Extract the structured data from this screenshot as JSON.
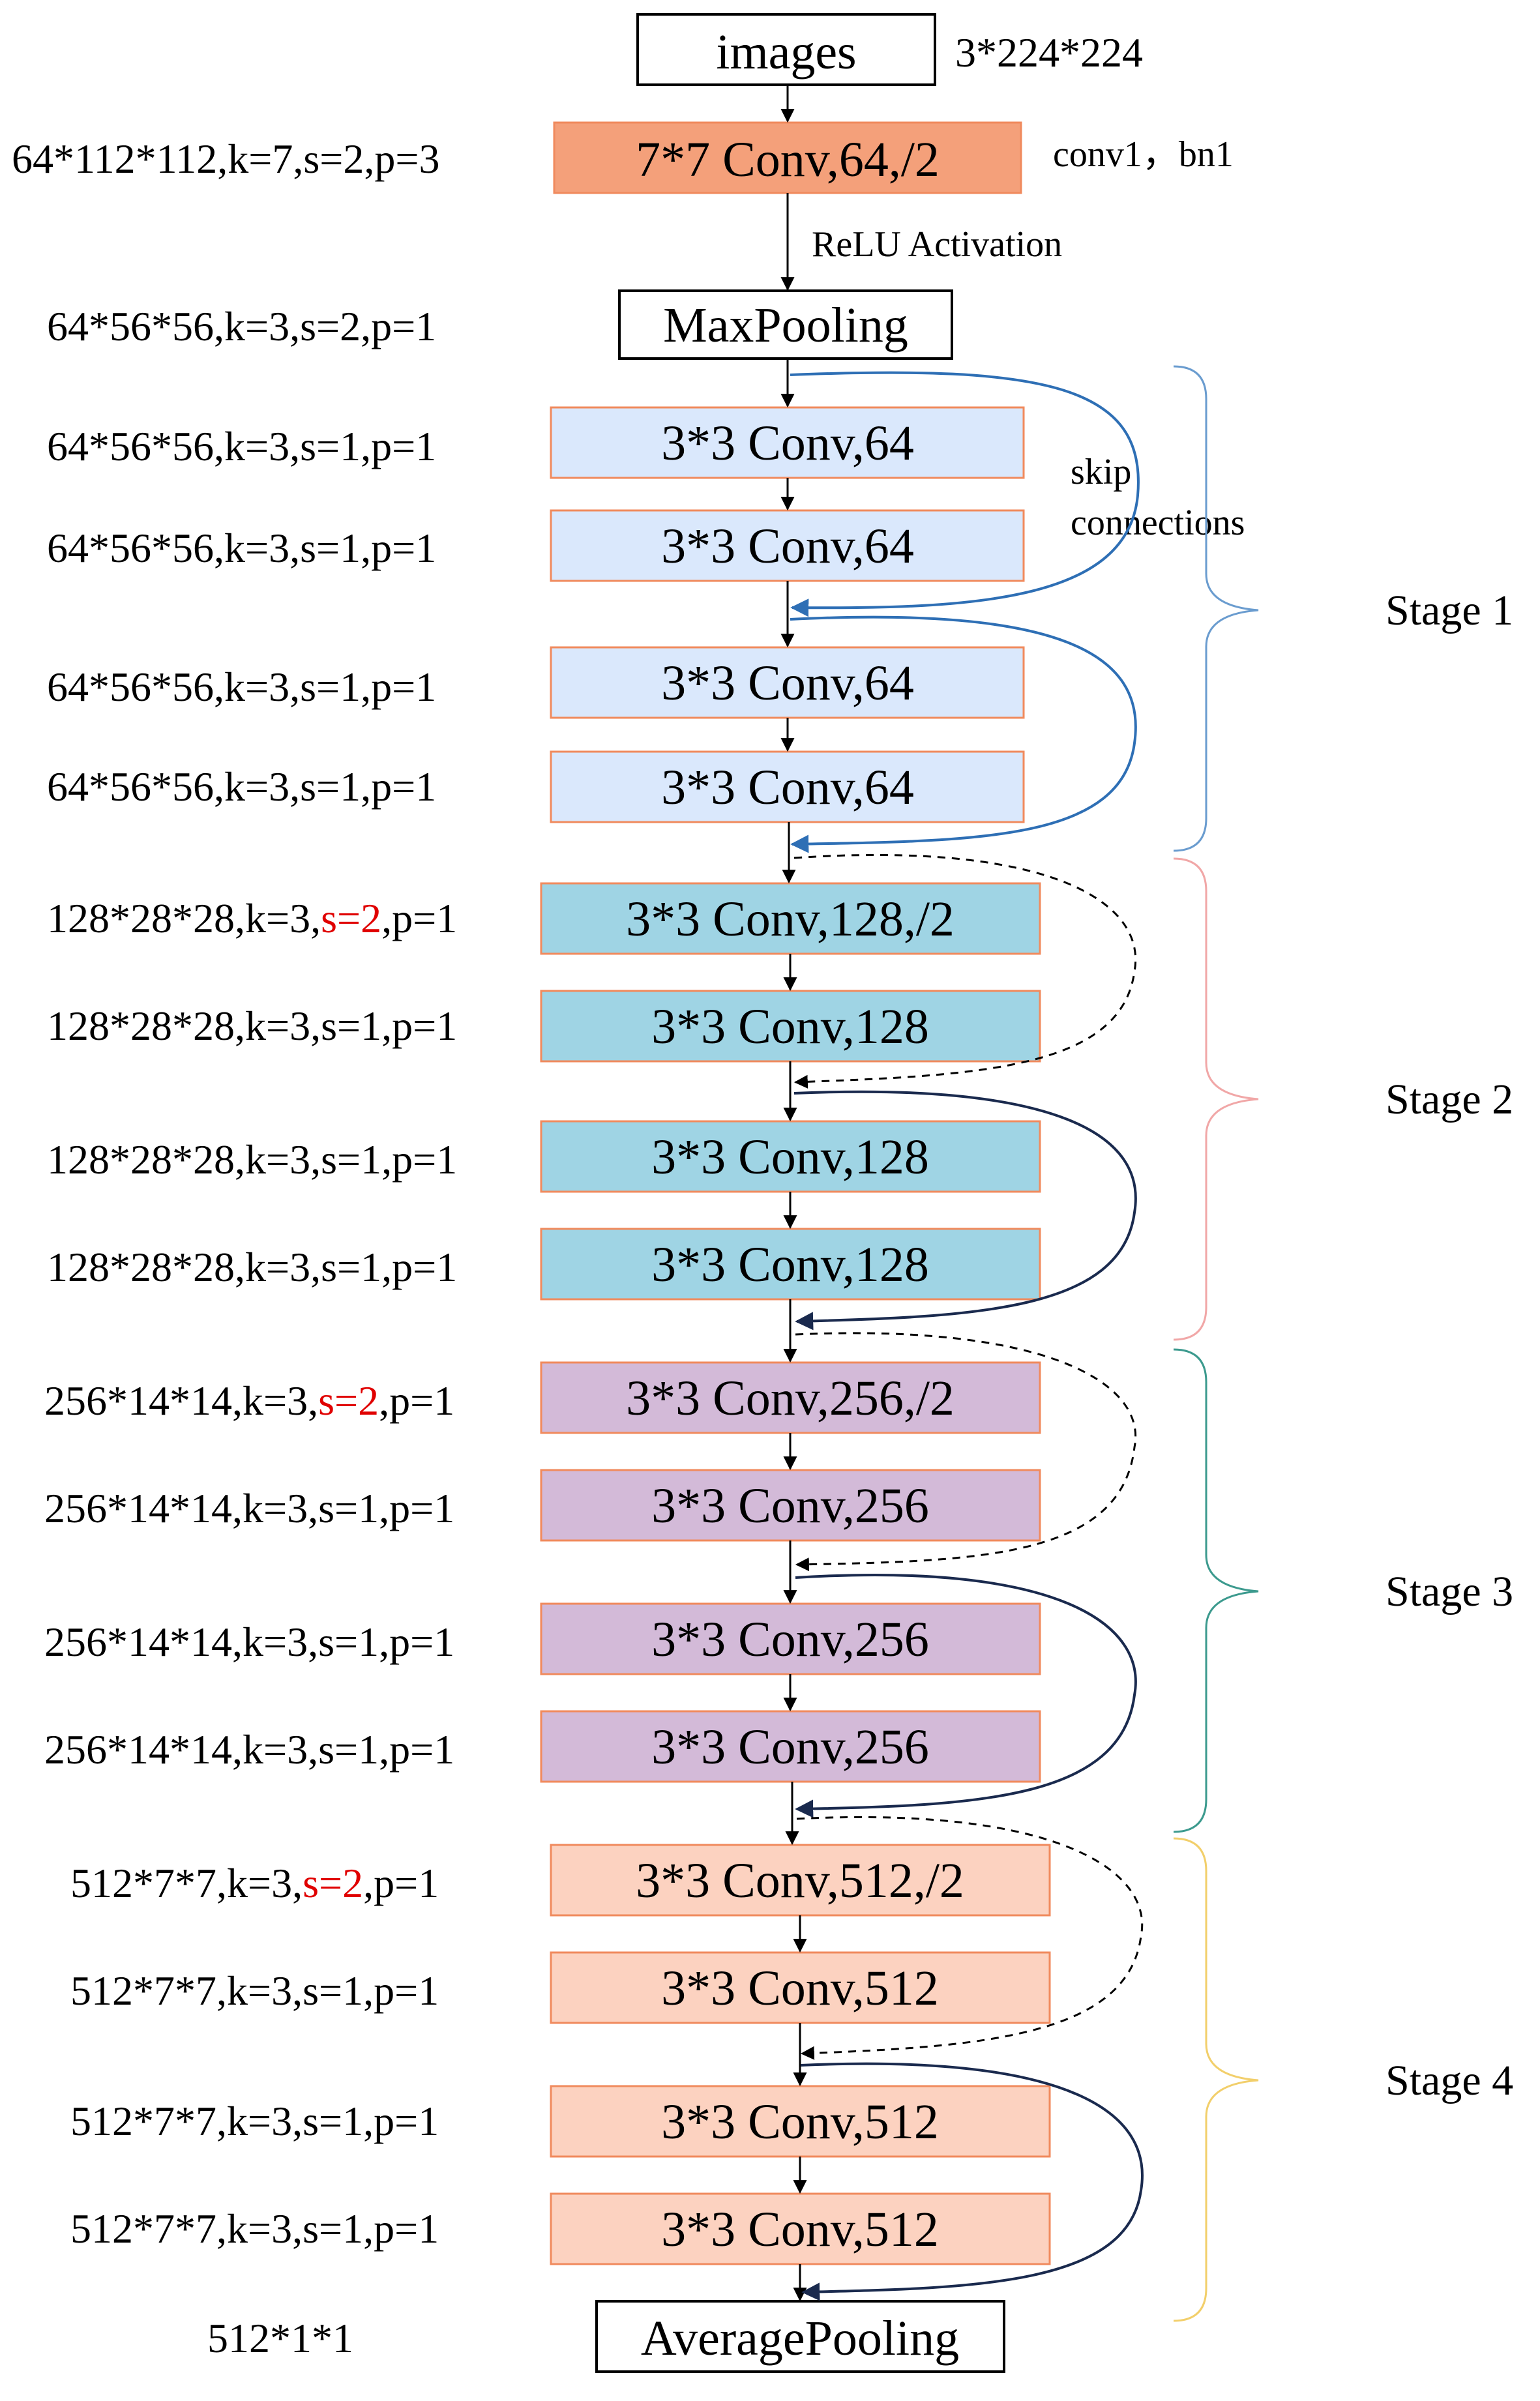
{
  "input": {
    "label": "images",
    "shape": "3*224*224"
  },
  "stem": {
    "conv": {
      "label": "7*7 Conv,64,/2",
      "params": "64*112*112,k=7,s=2,p=3",
      "note": "conv1，bn1",
      "color": "#f4a07a"
    },
    "activation": "ReLU Activation",
    "pool": {
      "label": "MaxPooling",
      "params": "64*56*56,k=3,s=2,p=1"
    }
  },
  "skip_label": [
    "skip",
    "connections"
  ],
  "stages": [
    {
      "name": "Stage 1",
      "color": "#dae8fc",
      "brace_color": "#6a9ccf",
      "layers": [
        {
          "label": "3*3 Conv,64",
          "params": [
            "64*56*56,k=3,s=1,p=1"
          ]
        },
        {
          "label": "3*3 Conv,64",
          "params": [
            "64*56*56,k=3,s=1,p=1"
          ]
        },
        {
          "label": "3*3 Conv,64",
          "params": [
            "64*56*56,k=3,s=1,p=1"
          ]
        },
        {
          "label": "3*3 Conv,64",
          "params": [
            "64*56*56,k=3,s=1,p=1"
          ]
        }
      ]
    },
    {
      "name": "Stage 2",
      "color": "#9fd4e4",
      "brace_color": "#f1a7a7",
      "layers": [
        {
          "label": "3*3 Conv,128,/2",
          "params": [
            "128*28*28,k=3,",
            "s=2",
            ",p=1"
          ]
        },
        {
          "label": "3*3 Conv,128",
          "params": [
            "128*28*28,k=3,s=1,p=1"
          ]
        },
        {
          "label": "3*3 Conv,128",
          "params": [
            "128*28*28,k=3,s=1,p=1"
          ]
        },
        {
          "label": "3*3 Conv,128",
          "params": [
            "128*28*28,k=3,s=1,p=1"
          ]
        }
      ]
    },
    {
      "name": "Stage 3",
      "color": "#d3bad8",
      "brace_color": "#3c9a8e",
      "layers": [
        {
          "label": "3*3 Conv,256,/2",
          "params": [
            "256*14*14,k=3,",
            "s=2",
            ",p=1"
          ]
        },
        {
          "label": "3*3 Conv,256",
          "params": [
            "256*14*14,k=3,s=1,p=1"
          ]
        },
        {
          "label": "3*3 Conv,256",
          "params": [
            "256*14*14,k=3,s=1,p=1"
          ]
        },
        {
          "label": "3*3 Conv,256",
          "params": [
            "256*14*14,k=3,s=1,p=1"
          ]
        }
      ]
    },
    {
      "name": "Stage 4",
      "color": "#fcd2c0",
      "brace_color": "#f2cf6b",
      "layers": [
        {
          "label": "3*3 Conv,512,/2",
          "params": [
            "512*7*7,k=3,",
            "s=2",
            ",p=1"
          ]
        },
        {
          "label": "3*3 Conv,512",
          "params": [
            "512*7*7,k=3,s=1,p=1"
          ]
        },
        {
          "label": "3*3 Conv,512",
          "params": [
            "512*7*7,k=3,s=1,p=1"
          ]
        },
        {
          "label": "3*3 Conv,512",
          "params": [
            "512*7*7,k=3,s=1,p=1"
          ]
        }
      ]
    }
  ],
  "output": {
    "label": "AveragePooling",
    "shape": "512*1*1"
  },
  "colors": {
    "box_border": "#f08a5d",
    "skip_solid_stage1": "#2e6fb5",
    "skip_solid_other": "#1a2a4e",
    "highlight": "#e00000"
  }
}
